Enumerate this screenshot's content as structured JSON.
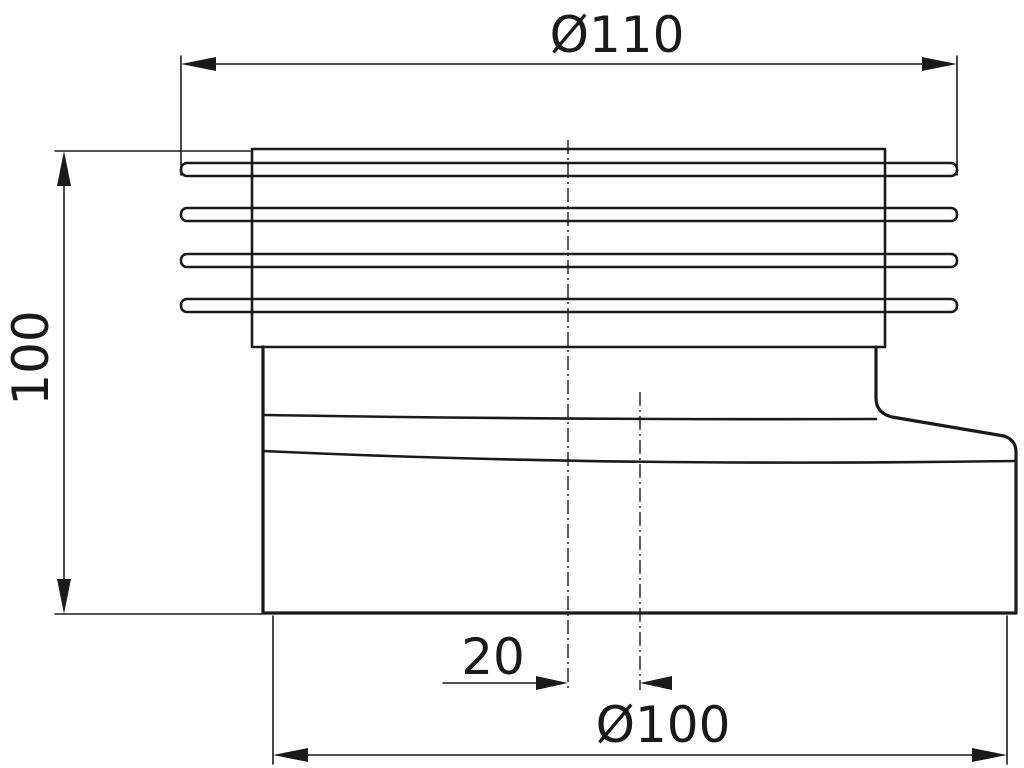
{
  "dimensions": {
    "top_diameter": "Ø110",
    "height": "100",
    "offset": "20",
    "bottom_diameter": "Ø100"
  },
  "colors": {
    "line": "#1a1a1a",
    "background": "#ffffff"
  }
}
